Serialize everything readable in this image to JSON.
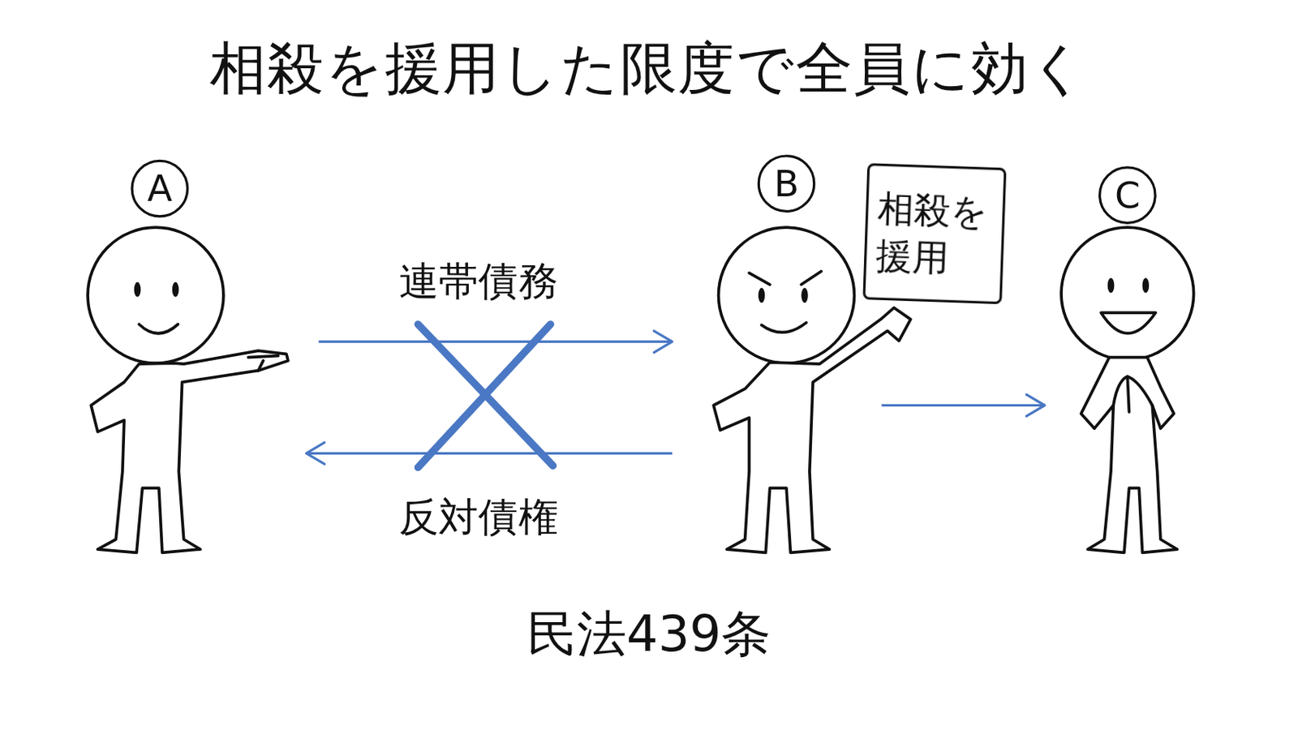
{
  "diagram": {
    "title": "相殺を援用した限度で全員に効く",
    "caption": "民法439条",
    "nodes": [
      {
        "text": [
          "A"
        ]
      },
      {
        "text": [
          "B"
        ]
      },
      {
        "text": [
          "相殺を援用"
        ]
      },
      {
        "text": [
          "C"
        ]
      }
    ],
    "edges": [
      {
        "from": 0,
        "to": 1,
        "arrow": "to",
        "label": "連帯債務"
      },
      {
        "from": 1,
        "to": 0,
        "arrow": "to",
        "label": "反対債権"
      },
      {
        "from": 1,
        "to": 3,
        "arrow": "to"
      }
    ]
  }
}
